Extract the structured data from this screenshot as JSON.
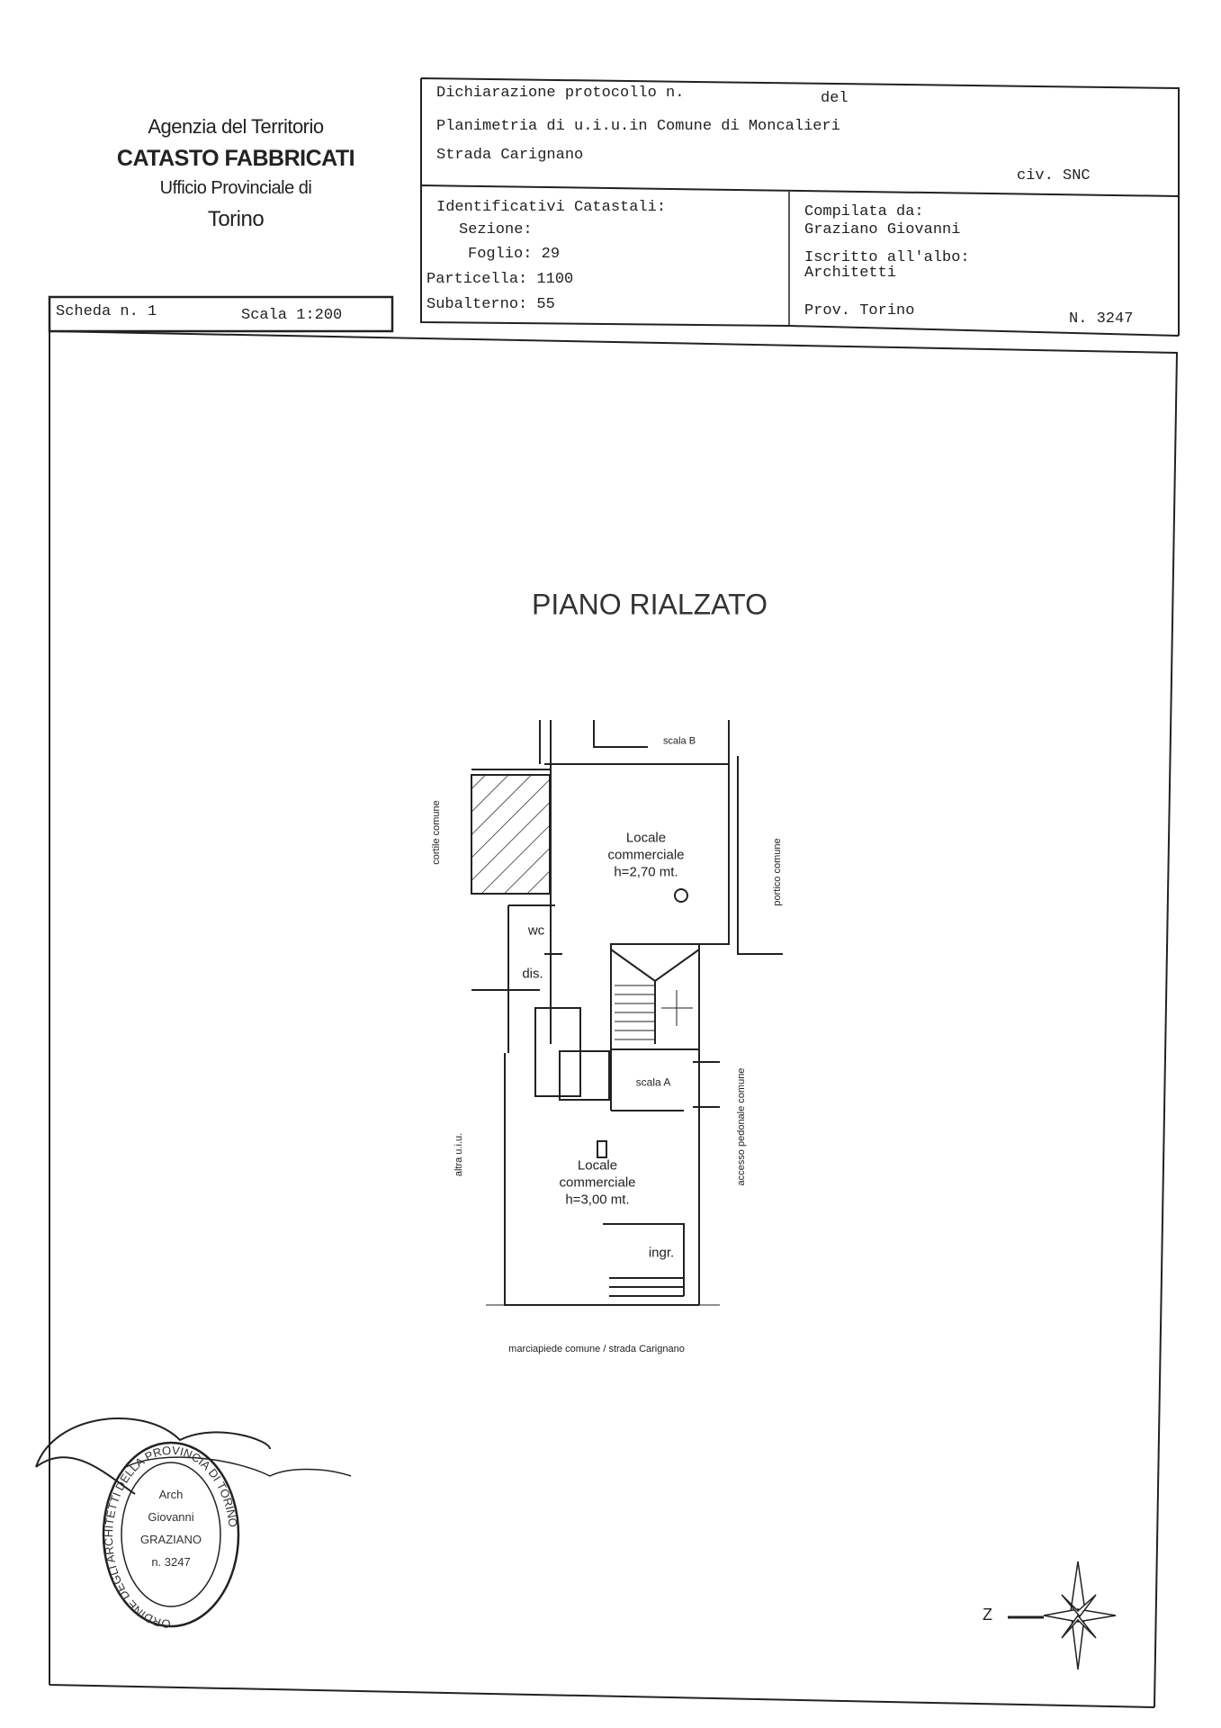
{
  "agency": {
    "line1": "Agenzia del Territorio",
    "line2": "CATASTO FABBRICATI",
    "line3": "Ufficio Provinciale di",
    "line4": "Torino"
  },
  "header": {
    "declaration": "Dichiarazione protocollo n.",
    "del": "del",
    "planimetria": "Planimetria di u.i.u.in Comune di Moncalieri",
    "address": "Strada Carignano",
    "civic": "civ. SNC"
  },
  "identifiers": {
    "title": "Identificativi Catastali:",
    "sezione": "Sezione:",
    "foglio": "Foglio: 29",
    "particella": "Particella: 1100",
    "subalterno": "Subalterno: 55"
  },
  "compiler": {
    "title": "Compilata da:",
    "name": "Graziano Giovanni",
    "registered": "Iscritto all'albo:",
    "profession": "Architetti",
    "province": "Prov. Torino",
    "number": "N. 3247"
  },
  "sheet": {
    "scheda": "Scheda n. 1",
    "scale": "Scala 1:200"
  },
  "plan": {
    "title": "PIANO RIALZATO",
    "room1": [
      "Locale",
      "commerciale",
      "h=2,70 mt."
    ],
    "room2": [
      "Locale",
      "commerciale",
      "h=3,00 mt."
    ],
    "wc": "wc",
    "dis": "dis.",
    "scala_a": "scala A",
    "scala_b": "scala B",
    "ingr": "ingr.",
    "cortile": "cortile comune",
    "portico": "portico comune",
    "altra": "altra u.i.u.",
    "accesso": "accesso pedonale comune",
    "caption": "marciapiede comune / strada Carignano"
  },
  "stamp": {
    "ring_text": "ORDINE DEGLI ARCHITETTI DELLA PROVINCIA DI TORINO",
    "inner": [
      "Arch",
      "Giovanni",
      "GRAZIANO",
      "n. 3247"
    ]
  },
  "compass": {
    "label": "Z"
  }
}
